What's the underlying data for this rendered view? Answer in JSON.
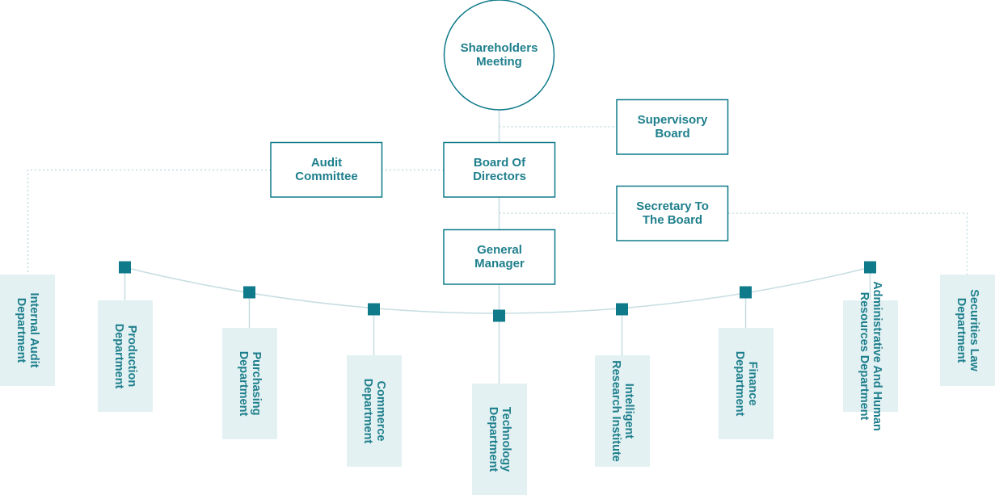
{
  "nodes": {
    "shareholders": [
      "Shareholders",
      "Meeting"
    ],
    "supervisory": [
      "Supervisory",
      "Board"
    ],
    "board": [
      "Board Of",
      "Directors"
    ],
    "audit_committee": [
      "Audit",
      "Committee"
    ],
    "secretary": [
      "Secretary To",
      "The Board"
    ],
    "general_manager": [
      "General",
      "Manager"
    ]
  },
  "side_departments": {
    "left": [
      "Internal Audit",
      "Department"
    ],
    "right": [
      "Securities Law",
      "Department"
    ]
  },
  "departments": [
    [
      "Production",
      "Department"
    ],
    [
      "Purchasing",
      "Department"
    ],
    [
      "Commerce",
      "Department"
    ],
    [
      "Technology",
      "Department"
    ],
    [
      "Intelligent",
      "Research Institute"
    ],
    [
      "Finance",
      "Department"
    ],
    [
      "Administrative And Human",
      "Resources Department"
    ]
  ],
  "colors": {
    "accent": "#0e7a8a",
    "text": "#1e7f8c",
    "line": "#c5dde1",
    "dept_fill": "#e3f1f3"
  }
}
